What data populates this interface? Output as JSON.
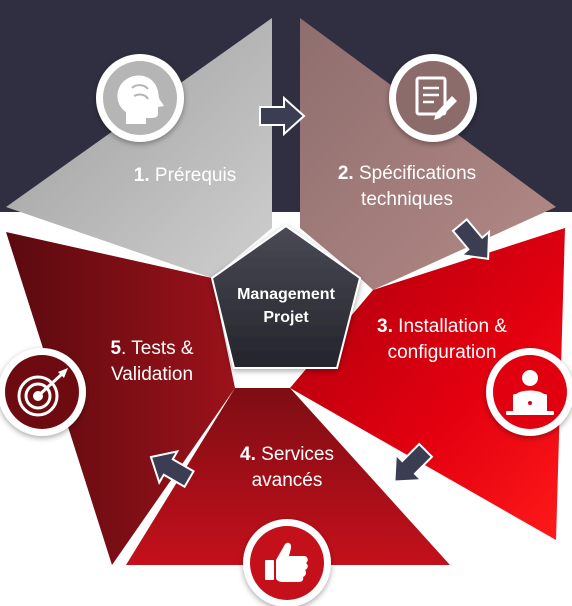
{
  "center": {
    "line1": "Management",
    "line2": "Projet"
  },
  "steps": [
    {
      "num": "1.",
      "line1": "Prérequis",
      "line2": "",
      "icon": "head-icon"
    },
    {
      "num": "2.",
      "line1": "Spécifications",
      "line2": "techniques",
      "icon": "document-edit-icon"
    },
    {
      "num": "3.",
      "line1": "Installation &",
      "line2": "configuration",
      "icon": "person-laptop-icon"
    },
    {
      "num": "4.",
      "line1": "Services",
      "line2": "avancés",
      "icon": "thumbs-up-icon"
    },
    {
      "num": "5",
      "line1": ". Tests &",
      "line2": "Validation",
      "icon": "target-icon"
    }
  ],
  "colors": {
    "step1": "#c0c0c0",
    "step2": "#a77a78",
    "step3": "#e1000f",
    "step4": "#b0101a",
    "step5": "#8a0e14",
    "center": "#3a3a44",
    "arrow": "#3b3e52",
    "backdrop": "#2f2f41"
  }
}
